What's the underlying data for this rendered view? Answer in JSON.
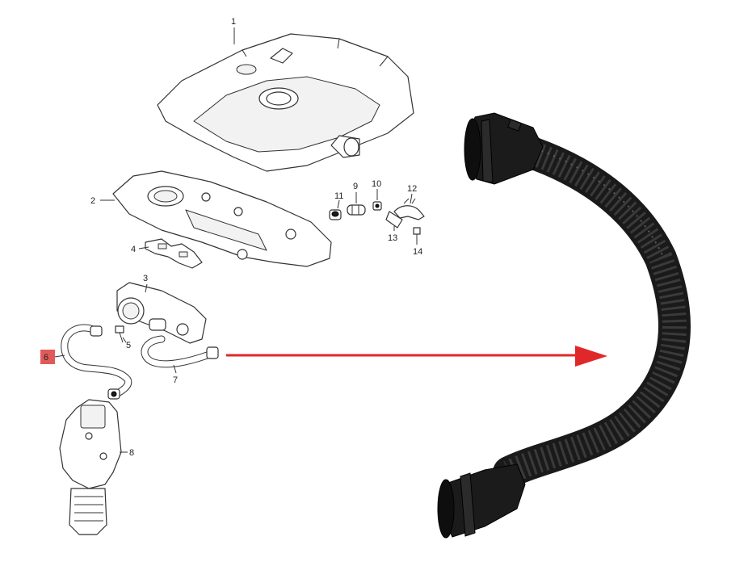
{
  "diagram": {
    "callouts": [
      "1",
      "2",
      "3",
      "4",
      "5",
      "6",
      "7",
      "8",
      "9",
      "10",
      "11",
      "12",
      "13",
      "14"
    ],
    "highlighted_callout": "6",
    "colors": {
      "highlight": "#e15a5a",
      "arrow": "#e0282a",
      "hose": "#1a1a1a",
      "line_art": "#333333"
    }
  }
}
